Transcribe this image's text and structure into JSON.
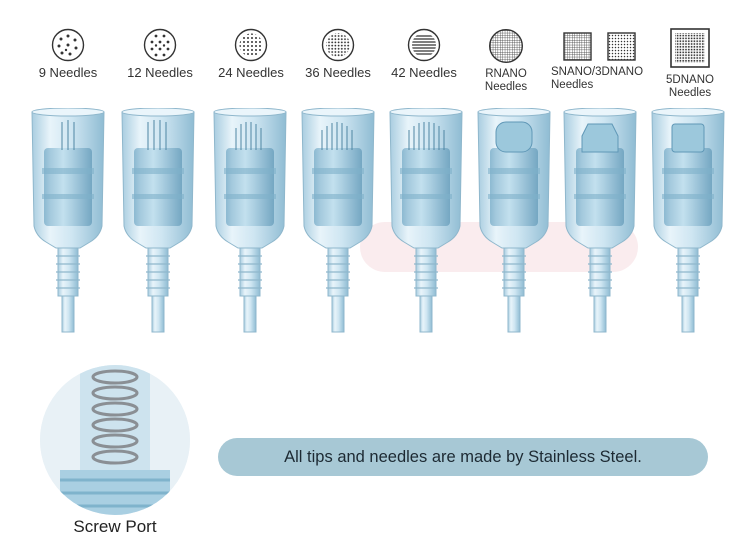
{
  "needle_types": [
    {
      "label": "9 Needles",
      "icon": "circle-9-dots-icon"
    },
    {
      "label": "12 Needles",
      "icon": "circle-12-dots-icon"
    },
    {
      "label": "24 Needles",
      "icon": "circle-24-dots-icon"
    },
    {
      "label": "36 Needles",
      "icon": "circle-36-dots-icon"
    },
    {
      "label": "42 Needles",
      "icon": "circle-42-lines-icon"
    },
    {
      "label": "RNANO",
      "label2": "Needles",
      "icon": "round-grid-icon"
    },
    {
      "label": "SNANO/3DNANO",
      "label2": "Needles",
      "icon": "square-grid-pair-icon"
    },
    {
      "label": "5DNANO",
      "label2": "Needles",
      "icon": "large-square-grid-icon"
    }
  ],
  "screw_port": {
    "label": "Screw Port"
  },
  "banner": {
    "text": "All tips and needles are made by Stainless Steel."
  }
}
